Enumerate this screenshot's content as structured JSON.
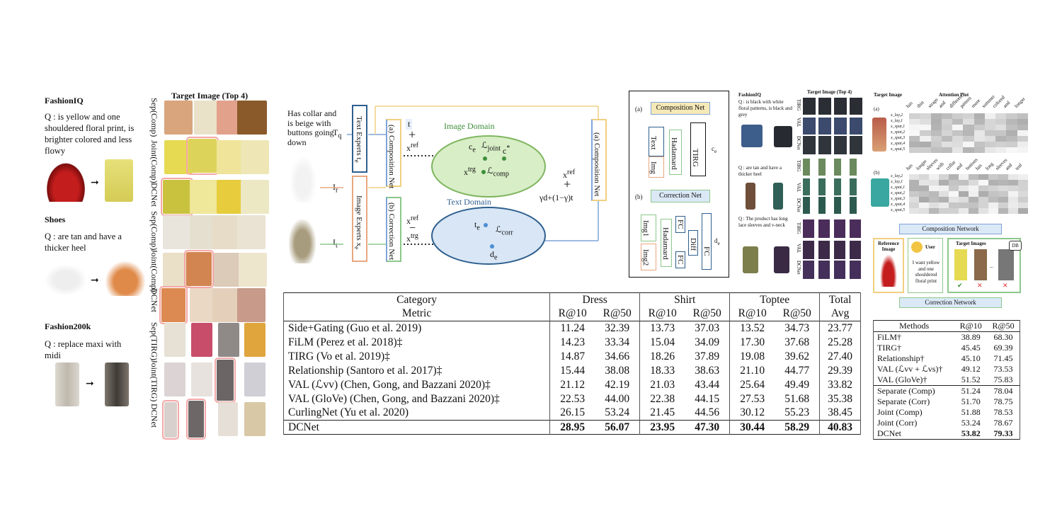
{
  "left": {
    "target_title": "Target Image (Top 4)",
    "sections": [
      {
        "title": "FashionIQ",
        "query": "Q : is yellow and one shouldered floral print, is brighter colored and less flowy"
      },
      {
        "title": "Shoes",
        "query": "Q : are tan and have a thicker heel"
      },
      {
        "title": "Fashion200k",
        "query": "Q : replace maxi with midi"
      }
    ],
    "row_labels": [
      "Sep(Comp)",
      "Joint(Comp)",
      "DCNet",
      "Sep(Comp)",
      "Joint(Comp)",
      "DCNet",
      "Sep(TIRG)",
      "Joint(TIRG)",
      "DCNet"
    ]
  },
  "arch": {
    "query_text": "Has collar and is beige with buttons going down",
    "tq": "T",
    "tq_sub": "q",
    "ir": "I",
    "ir_sub": "r",
    "it": "I",
    "it_sub": "t",
    "text_experts": "Text Experts t",
    "text_experts_sub": "e",
    "image_experts": "Image Experts x",
    "image_experts_sub": "e",
    "composition_net": "(a) Composition Net",
    "correction_net": "(b) Correction Net",
    "composition_net_right": "(a) Composition Net",
    "image_domain": "Image Domain",
    "text_domain": "Text Domain",
    "t_label": "t",
    "plus": "+",
    "minus": "−",
    "xref": "x",
    "xref_sup": "ref",
    "xtrg": "x",
    "xtrg_sup": "trg",
    "ce": "c",
    "ce_sub": "e",
    "ce_star": "c",
    "l_joint": "ℒ",
    "l_joint_sub": "joint",
    "l_comp": "ℒ",
    "l_comp_sub": "comp",
    "xe_trg": "x",
    "xe_trg_sup": "trg",
    "xe_trg_sub": "e",
    "te": "t",
    "te_sub": "e",
    "l_corr": "ℒ",
    "l_corr_sub": "corr",
    "de": "d",
    "de_sub": "e",
    "gamma_formula": "γd+(1−γ)t"
  },
  "subnets": {
    "a_label": "(a)",
    "b_label": "(b)",
    "composition_title": "Composition Net",
    "correction_title": "Correction Net",
    "text": "Text",
    "img": "Img",
    "hadamard": "Hadamard",
    "tirg": "TIRG",
    "ce": "c",
    "ce_sub": "e",
    "img1": "Img1",
    "img2": "Img2",
    "fc": "FC",
    "diff": "Diff",
    "de": "d",
    "de_sub": "e"
  },
  "fashioniq_panel": {
    "title": "FashionIQ",
    "target_title": "Target Image (Top 4)",
    "q1": "Q : is black with white floral patterns, is black and grey",
    "q2": "Q : are tan and have a thicker heel",
    "q3": "Q : The product has long lace sleeves and v-neck",
    "row_labels": [
      "TIRG",
      "VAL",
      "DCNet"
    ]
  },
  "attention": {
    "target_title": "Target Image",
    "plot_title": "Attention Plot",
    "a_label": "(a)",
    "b_label": "(b)",
    "a_words": [
      "has",
      "thin",
      "straps",
      "and",
      "different",
      "pattern",
      "more",
      "summer",
      "colored",
      "and",
      "longer"
    ],
    "b_words": [
      "has",
      "longer",
      "sleeves",
      "with",
      "collar",
      "and",
      "buttons",
      "has",
      "long",
      "sleeves",
      "and",
      "teal"
    ],
    "a_rows": [
      "x_lay,2",
      "x_lay,1",
      "x_spat,1",
      "x_spat,2",
      "x_spat,3",
      "x_spat,4",
      "x_spat,5"
    ],
    "b_rows": [
      "x_lay,2",
      "x_lay,1",
      "x_spat,1",
      "x_spat,2",
      "x_spat,3",
      "x_spat,4",
      "x_spat,5"
    ]
  },
  "retrieval": {
    "composition_network": "Composition Network",
    "correction_network": "Correction Network",
    "reference_image": "Reference Image",
    "user": "User",
    "user_text": "I want yellow and one shouldered floral print",
    "target_images": "Target Images",
    "db": "DB",
    "check": "✔",
    "cross": "✕",
    "dots": "..."
  },
  "table1": {
    "header1": [
      "Category",
      "Dress",
      "Shirt",
      "Toptee",
      "Total"
    ],
    "header2": [
      "Metric",
      "R@10",
      "R@50",
      "R@10",
      "R@50",
      "R@10",
      "R@50",
      "Avg"
    ],
    "rows": [
      {
        "method": "Side+Gating (Guo et al. 2019)",
        "vals": [
          "11.24",
          "32.39",
          "13.73",
          "37.03",
          "13.52",
          "34.73",
          "23.77"
        ]
      },
      {
        "method": "FiLM (Perez et al. 2018)‡",
        "vals": [
          "14.23",
          "33.34",
          "15.04",
          "34.09",
          "17.30",
          "37.68",
          "25.28"
        ]
      },
      {
        "method": "TIRG (Vo et al. 2019)‡",
        "vals": [
          "14.87",
          "34.66",
          "18.26",
          "37.89",
          "19.08",
          "39.62",
          "27.40"
        ]
      },
      {
        "method": "Relationship (Santoro et al. 2017)‡",
        "vals": [
          "15.44",
          "38.08",
          "18.33",
          "38.63",
          "21.10",
          "44.77",
          "29.39"
        ]
      },
      {
        "method": "VAL (ℒvv) (Chen, Gong, and Bazzani 2020)‡",
        "vals": [
          "21.12",
          "42.19",
          "21.03",
          "43.44",
          "25.64",
          "49.49",
          "33.82"
        ]
      },
      {
        "method": "VAL (GloVe) (Chen, Gong, and Bazzani 2020)‡",
        "vals": [
          "22.53",
          "44.00",
          "22.38",
          "44.15",
          "27.53",
          "51.68",
          "35.38"
        ]
      },
      {
        "method": "CurlingNet (Yu et al. 2020)",
        "vals": [
          "26.15",
          "53.24",
          "21.45",
          "44.56",
          "30.12",
          "55.23",
          "38.45"
        ]
      }
    ],
    "final": {
      "method": "DCNet",
      "vals": [
        "28.95",
        "56.07",
        "23.95",
        "47.30",
        "30.44",
        "58.29",
        "40.83"
      ]
    }
  },
  "table2": {
    "header": [
      "Methods",
      "R@10",
      "R@50"
    ],
    "group1": [
      {
        "method": "FiLM†",
        "r10": "38.89",
        "r50": "68.30"
      },
      {
        "method": "TIRG†",
        "r10": "45.45",
        "r50": "69.39"
      },
      {
        "method": "Relationship†",
        "r10": "45.10",
        "r50": "71.45"
      },
      {
        "method": "VAL (ℒvv + ℒvs)†",
        "r10": "49.12",
        "r50": "73.53"
      },
      {
        "method": "VAL (GloVe)†",
        "r10": "51.52",
        "r50": "75.83"
      }
    ],
    "group2": [
      {
        "method": "Separate (Comp)",
        "r10": "51.24",
        "r50": "78.04"
      },
      {
        "method": "Separate (Corr)",
        "r10": "51.70",
        "r50": "78.75"
      },
      {
        "method": "Joint (Comp)",
        "r10": "51.88",
        "r50": "78.53"
      },
      {
        "method": "Joint (Corr)",
        "r10": "53.24",
        "r50": "78.67"
      }
    ],
    "final": {
      "method": "DCNet",
      "r10": "53.82",
      "r50": "79.33"
    }
  }
}
